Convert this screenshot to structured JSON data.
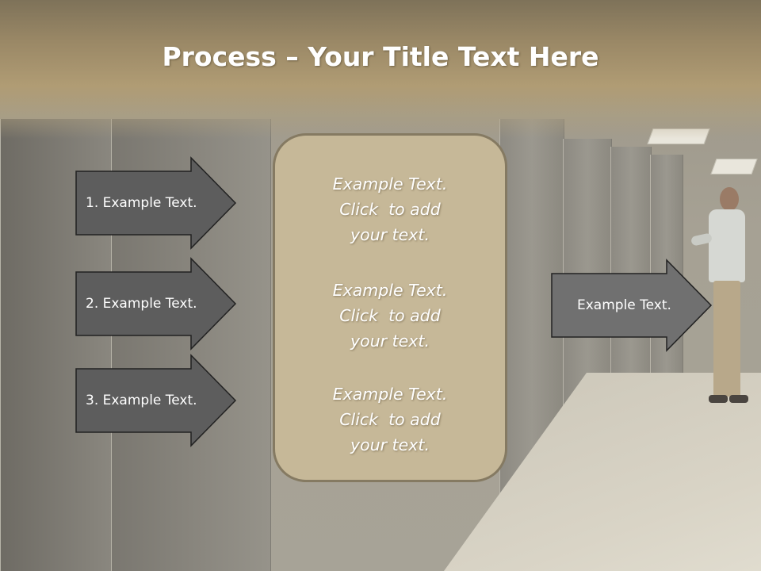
{
  "slide": {
    "title_bold": "Process",
    "title_rest": " – Your Title Text Here"
  },
  "left_arrows": [
    {
      "label": "1. Example Text."
    },
    {
      "label": "2. Example Text."
    },
    {
      "label": "3. Example Text."
    }
  ],
  "center_box": {
    "items": [
      {
        "lines": [
          "Example Text.",
          "Click  to add",
          "your text."
        ]
      },
      {
        "lines": [
          "Example Text.",
          "Click  to add",
          "your text."
        ]
      },
      {
        "lines": [
          "Example Text.",
          "Click  to add",
          "your text."
        ]
      }
    ]
  },
  "right_arrow": {
    "label": "Example Text."
  },
  "colors": {
    "arrow_fill_dark": "#5d5d5d",
    "arrow_fill_light": "#707070",
    "arrow_stroke": "#222222",
    "box_fill": "#c6b898",
    "box_stroke": "#857a62",
    "header": "#b09c74"
  }
}
